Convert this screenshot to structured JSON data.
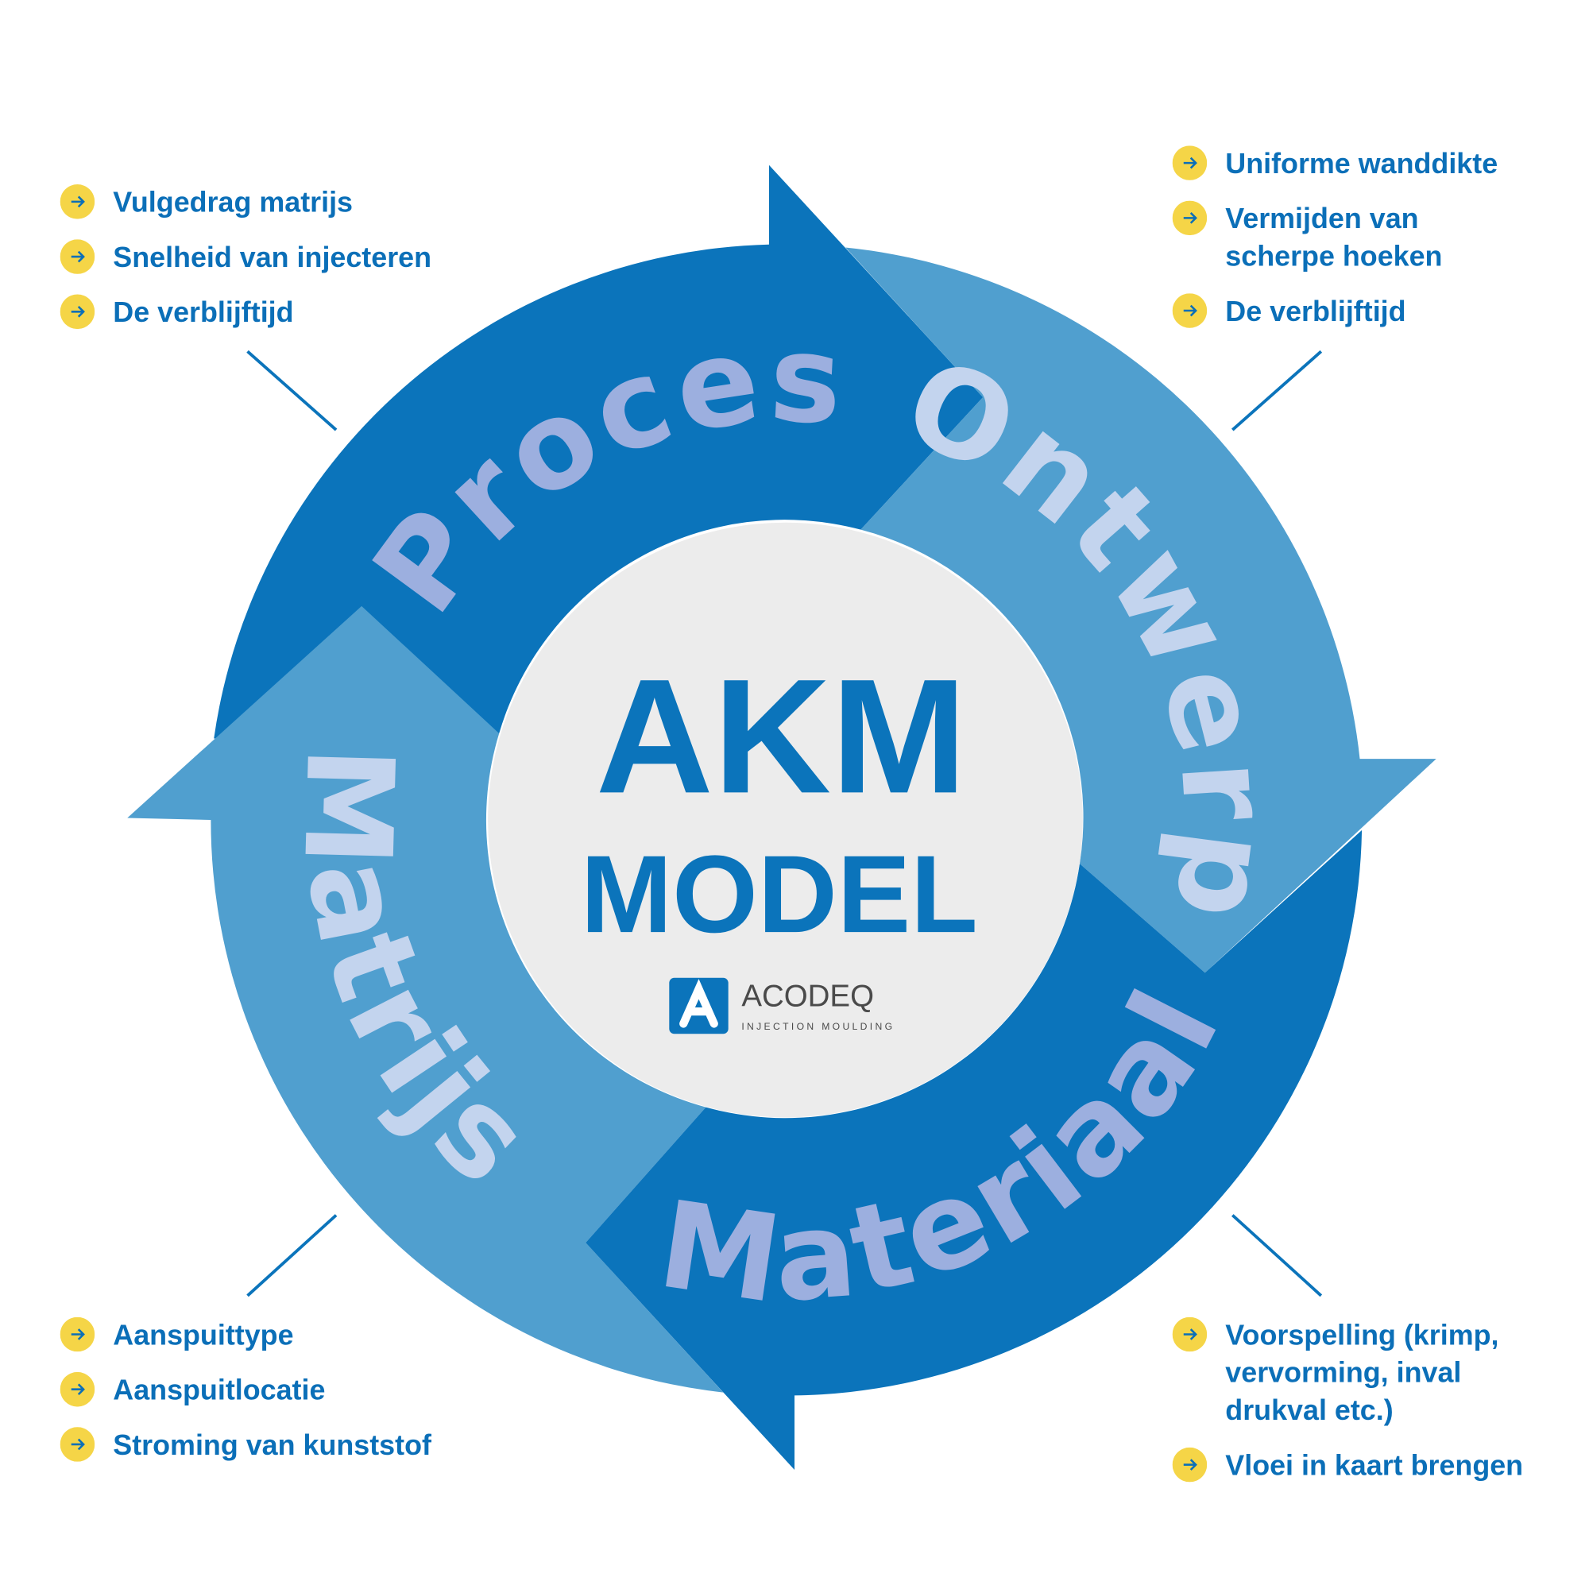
{
  "colors": {
    "dark": "#0b74bb",
    "light": "#509fcf",
    "center": "#ececec",
    "bullet": "#f5d547",
    "text": "#0b6fb8",
    "label_dark": "#9cafdf",
    "label_light": "#c3d4ee"
  },
  "center": {
    "title": "AKM",
    "subtitle": "MODEL",
    "logo": {
      "name": "ACODEQ",
      "tagline": "INJECTION MOULDING"
    }
  },
  "segments": {
    "proces": "Proces",
    "ontwerp": "Ontwerp",
    "materiaal": "Materiaal",
    "matrijs": "Matrijs"
  },
  "lists": {
    "proces": [
      {
        "lines": [
          "Vulgedrag matrijs"
        ]
      },
      {
        "lines": [
          "Snelheid van injecteren"
        ]
      },
      {
        "lines": [
          "De verblijftijd"
        ]
      }
    ],
    "ontwerp": [
      {
        "lines": [
          "Uniforme wanddikte"
        ]
      },
      {
        "lines": [
          "Vermijden van",
          "scherpe hoeken"
        ]
      },
      {
        "lines": [
          "De verblijftijd"
        ]
      }
    ],
    "matrijs": [
      {
        "lines": [
          "Aanspuittype"
        ]
      },
      {
        "lines": [
          "Aanspuitlocatie"
        ]
      },
      {
        "lines": [
          "Stroming van kunststof"
        ]
      }
    ],
    "materiaal": [
      {
        "lines": [
          "Voorspelling (krimp,",
          "vervorming, inval",
          "drukval etc.)"
        ]
      },
      {
        "lines": [
          "Vloei in kaart brengen"
        ]
      }
    ]
  }
}
